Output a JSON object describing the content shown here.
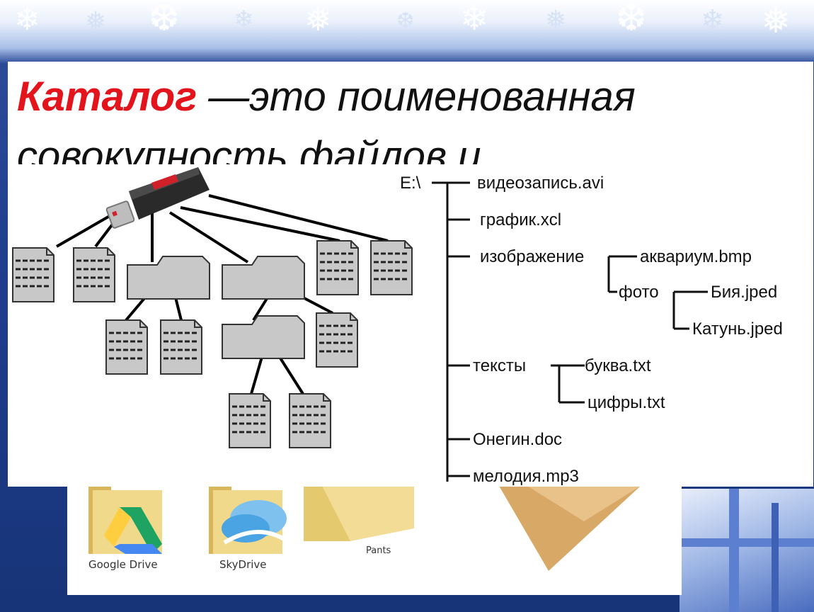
{
  "title": {
    "term": "Каталог",
    "line1_rest": " —это поименованная",
    "line2": "совокупность файлов и"
  },
  "tree": {
    "root": "E:\\",
    "items": {
      "video": "видеозапись.avi",
      "graph": "график.xcl",
      "image": "изображение",
      "aquarium": "аквариум.bmp",
      "photo": "фото",
      "biya": "Бия.jped",
      "katun": "Катунь.jped",
      "texts": "тексты",
      "bukva": "буква.txt",
      "cifry": "цифры.txt",
      "onegin": "Онегин.doc",
      "melody": "мелодия.mp3"
    }
  },
  "bottom_folders": {
    "google": "Google Drive",
    "skydrive": "SkyDrive",
    "pants": "Pants"
  },
  "colors": {
    "accent": "#e3141b",
    "background": "#1f3f8f",
    "doc_fill": "#c8c8c8",
    "folder_fill": "#c8c8c8",
    "folder_icon": "#e9cf7a"
  }
}
